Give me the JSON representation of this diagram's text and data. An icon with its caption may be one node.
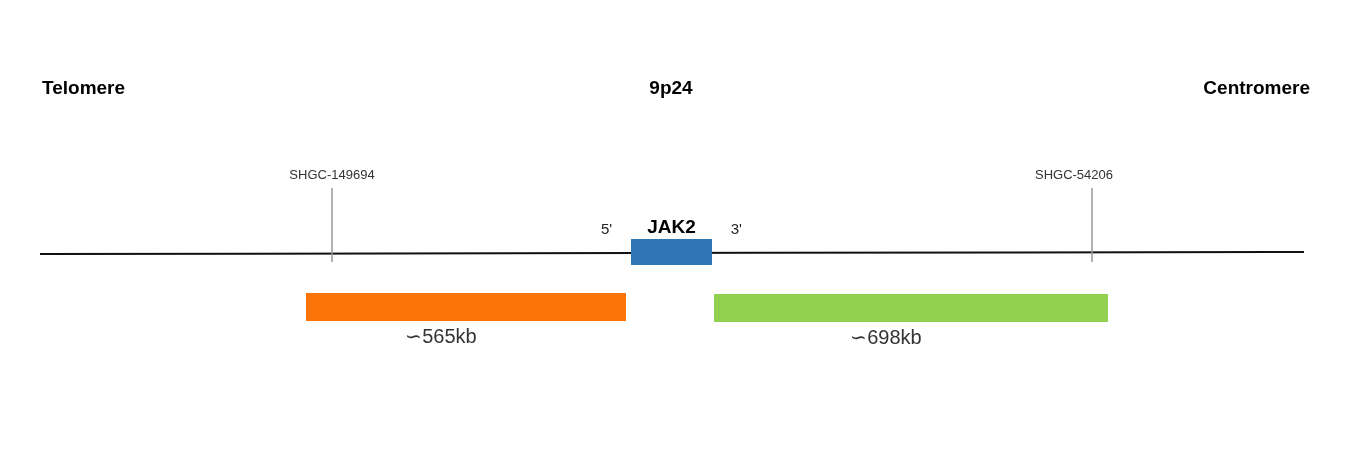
{
  "diagram": {
    "nodes": [
      {
        "text": [
          "JAK2"
        ],
        "beside": [
          "5'",
          "3'"
        ]
      },
      {
        "text": [],
        "shape": "bar",
        "beside": [
          "∽565kb"
        ]
      },
      {
        "text": [],
        "shape": "bar",
        "beside": [
          "∽698kb"
        ]
      }
    ],
    "labels": [
      "Telomere",
      "9p24",
      "Centromere",
      "SHGC-149694",
      "SHGC-54206"
    ]
  }
}
